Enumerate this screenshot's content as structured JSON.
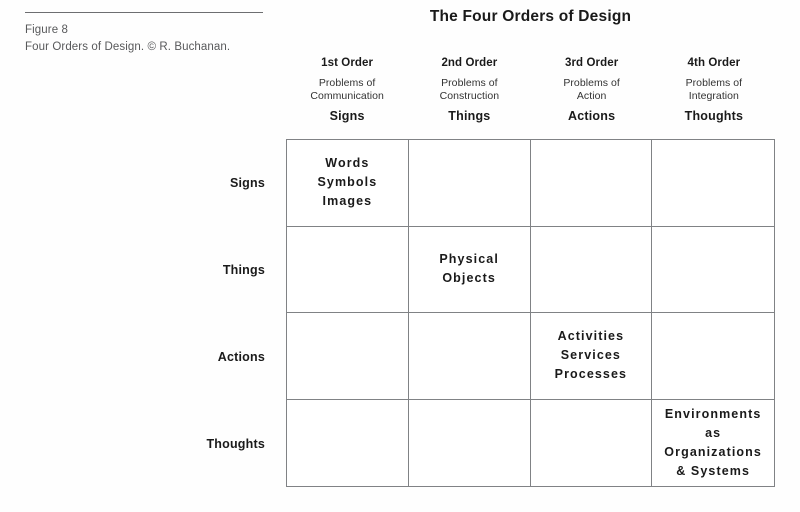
{
  "caption": {
    "figure_number": "Figure 8",
    "description": "Four Orders of Design. © R. Buchanan."
  },
  "title": "The Four Orders of Design",
  "columns": [
    {
      "order": "1st Order",
      "problem_line1": "Problems of",
      "problem_line2": "Communication",
      "keyword": "Signs"
    },
    {
      "order": "2nd Order",
      "problem_line1": "Problems of",
      "problem_line2": "Construction",
      "keyword": "Things"
    },
    {
      "order": "3rd Order",
      "problem_line1": "Problems of",
      "problem_line2": "Action",
      "keyword": "Actions"
    },
    {
      "order": "4th Order",
      "problem_line1": "Problems of",
      "problem_line2": "Integration",
      "keyword": "Thoughts"
    }
  ],
  "rows": [
    {
      "label": "Signs"
    },
    {
      "label": "Things"
    },
    {
      "label": "Actions"
    },
    {
      "label": "Thoughts"
    }
  ],
  "cells": [
    {
      "row": 0,
      "col": 0,
      "lines": [
        "Words",
        "Symbols",
        "Images"
      ]
    },
    {
      "row": 0,
      "col": 1,
      "lines": []
    },
    {
      "row": 0,
      "col": 2,
      "lines": []
    },
    {
      "row": 0,
      "col": 3,
      "lines": []
    },
    {
      "row": 1,
      "col": 0,
      "lines": []
    },
    {
      "row": 1,
      "col": 1,
      "lines": [
        "Physical",
        "Objects"
      ]
    },
    {
      "row": 1,
      "col": 2,
      "lines": []
    },
    {
      "row": 1,
      "col": 3,
      "lines": []
    },
    {
      "row": 2,
      "col": 0,
      "lines": []
    },
    {
      "row": 2,
      "col": 1,
      "lines": []
    },
    {
      "row": 2,
      "col": 2,
      "lines": [
        "Activities",
        "Services",
        "Processes"
      ]
    },
    {
      "row": 2,
      "col": 3,
      "lines": []
    },
    {
      "row": 3,
      "col": 0,
      "lines": []
    },
    {
      "row": 3,
      "col": 1,
      "lines": []
    },
    {
      "row": 3,
      "col": 2,
      "lines": []
    },
    {
      "row": 3,
      "col": 3,
      "lines": [
        "Environments",
        "as",
        "Organizations",
        "& Systems"
      ]
    }
  ],
  "colors": {
    "background": "#fefefe",
    "text": "#1a1a1a",
    "caption_text": "#58595b",
    "grid_line": "#808285",
    "rule": "#6d6e71"
  }
}
